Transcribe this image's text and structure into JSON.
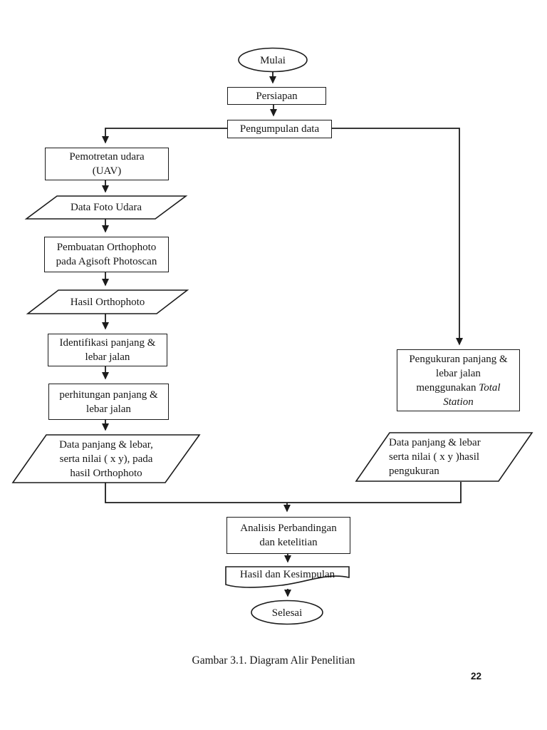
{
  "page": {
    "caption": "Gambar 3.1. Diagram Alir Penelitian",
    "page_number": "22",
    "ink_color": "#1b1b1b",
    "background_color": "#ffffff"
  },
  "flowchart": {
    "start": "Mulai",
    "persiapan": "Persiapan",
    "pengumpulan_data": "Pengumpulan data",
    "left_branch": {
      "pemotretan": "Pemotretan udara\n(UAV)",
      "data_foto_udara": "Data Foto Udara",
      "pembuatan_orthophoto": "Pembuatan Orthophoto\npada Agisoft Photoscan",
      "hasil_orthophoto": "Hasil Orthophoto",
      "identifikasi": "Identifikasi panjang &\nlebar jalan",
      "perhitungan": "perhitungan panjang &\nlebar jalan",
      "data_hasil_orthophoto": "Data panjang & lebar,\nserta nilai ( x y), pada\nhasil Orthophoto"
    },
    "right_branch": {
      "pengukuran_text": "Pengukuran panjang &\nlebar jalan\nmenggunakan",
      "pengukuran_italic": "Total Station",
      "data_hasil_pengukuran": "Data panjang & lebar\nserta nilai ( x y )hasil\npengukuran"
    },
    "analisis": "Analisis Perbandingan\ndan ketelitian",
    "hasil_kesimpulan": "Hasil dan Kesimpulan",
    "end": "Selesai"
  }
}
